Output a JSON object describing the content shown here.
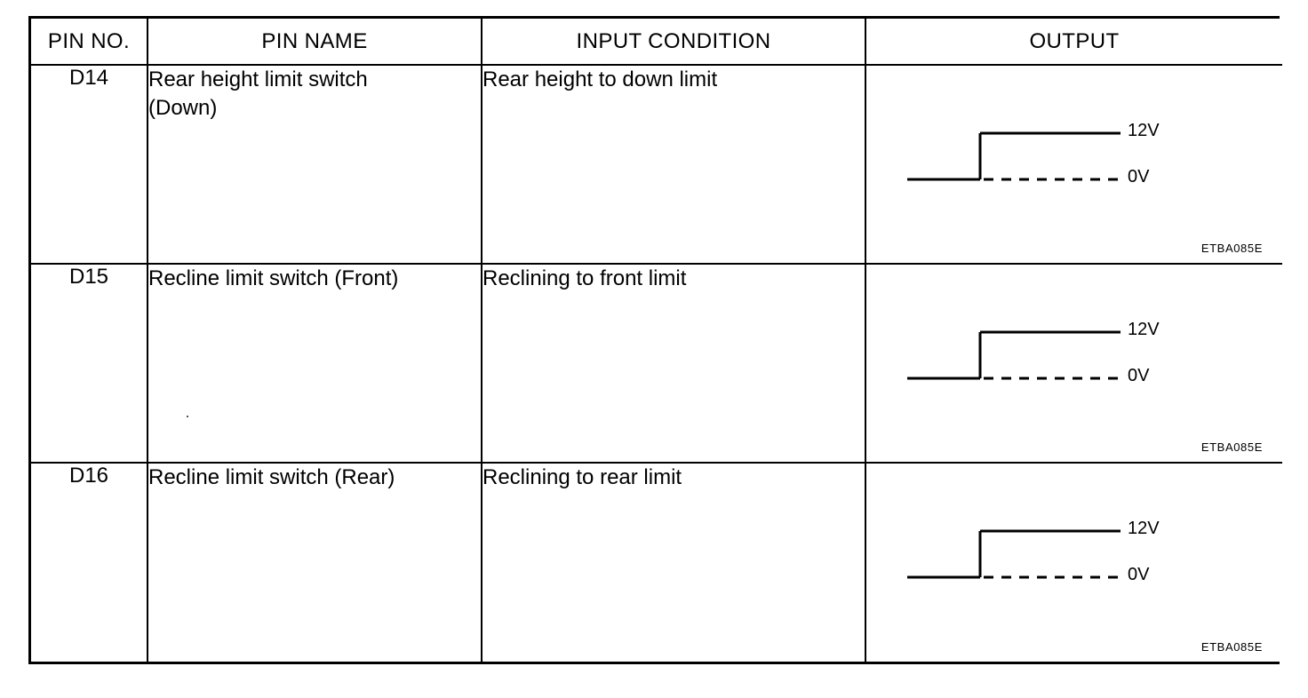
{
  "table": {
    "columns": [
      {
        "key": "pin_no",
        "label": "PIN NO."
      },
      {
        "key": "pin_name",
        "label": "PIN NAME"
      },
      {
        "key": "input_condition",
        "label": "INPUT CONDITION"
      },
      {
        "key": "output",
        "label": "OUTPUT"
      }
    ],
    "rows": [
      {
        "pin_no": "D14",
        "pin_name_line1": "Rear height limit switch",
        "pin_name_line2": "(Down)",
        "input_condition": "Rear height to down limit",
        "output": {
          "high_label": "12V",
          "low_label": "0V",
          "waveform": "low-then-rising-edge-to-high",
          "code": "ETBA085E"
        }
      },
      {
        "pin_no": "D15",
        "pin_name_line1": "Recline limit switch (Front)",
        "pin_name_line2": "",
        "input_condition": "Reclining to front limit",
        "output": {
          "high_label": "12V",
          "low_label": "0V",
          "waveform": "low-then-rising-edge-to-high",
          "code": "ETBA085E"
        }
      },
      {
        "pin_no": "D16",
        "pin_name_line1": "Recline limit switch (Rear)",
        "pin_name_line2": "",
        "input_condition": "Reclining to rear limit",
        "output": {
          "high_label": "12V",
          "low_label": "0V",
          "waveform": "low-then-rising-edge-to-high",
          "code": "ETBA085E"
        }
      }
    ]
  },
  "colors": {
    "ink": "#000000",
    "paper": "#ffffff"
  }
}
